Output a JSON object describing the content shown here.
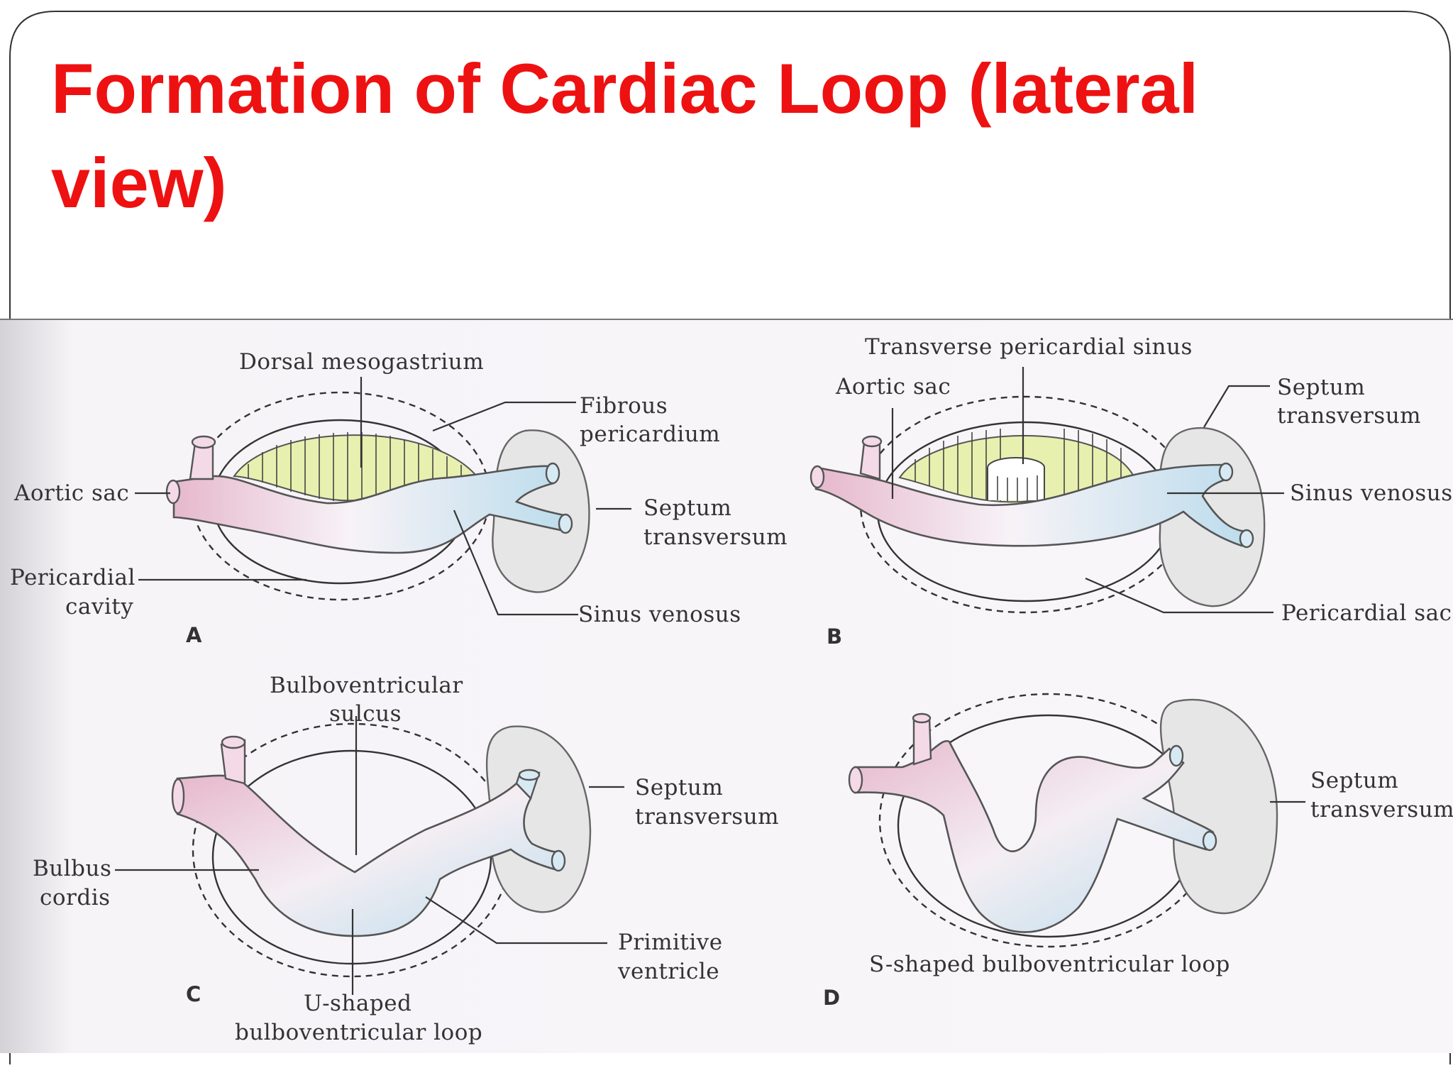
{
  "slide": {
    "title": "Formation of Cardiac Loop (lateral view)"
  },
  "colors": {
    "title": "#ee1111",
    "tube_pink": "#e6b8cc",
    "tube_blue": "#bcdcec",
    "mesogastrium_yellow": "#e8f0b0",
    "septum_gray": "#e6e6e6"
  },
  "figure": {
    "panel_a": {
      "letter": "A",
      "labels": {
        "dorsal_mesogastrium": "Dorsal mesogastrium",
        "fibrous_pericardium_1": "Fibrous",
        "fibrous_pericardium_2": "pericardium",
        "aortic_sac": "Aortic sac",
        "septum_transversum_1": "Septum",
        "septum_transversum_2": "transversum",
        "pericardial_cavity_1": "Pericardial",
        "pericardial_cavity_2": "cavity",
        "sinus_venosus": "Sinus venosus"
      }
    },
    "panel_b": {
      "letter": "B",
      "labels": {
        "transverse_pericardial_sinus": "Transverse pericardial sinus",
        "aortic_sac": "Aortic sac",
        "septum_transversum_1": "Septum",
        "septum_transversum_2": "transversum",
        "sinus_venosus": "Sinus venosus",
        "pericardial_sac": "Pericardial sac"
      }
    },
    "panel_c": {
      "letter": "C",
      "labels": {
        "bulboventricular_sulcus_1": "Bulboventricular",
        "bulboventricular_sulcus_2": "sulcus",
        "septum_transversum_1": "Septum",
        "septum_transversum_2": "transversum",
        "bulbus_cordis_1": "Bulbus",
        "bulbus_cordis_2": "cordis",
        "primitive_ventricle_1": "Primitive",
        "primitive_ventricle_2": "ventricle",
        "u_loop_1": "U-shaped",
        "u_loop_2": "bulboventricular loop"
      }
    },
    "panel_d": {
      "letter": "D",
      "labels": {
        "septum_transversum_1": "Septum",
        "septum_transversum_2": "transversum",
        "s_loop": "S-shaped bulboventricular loop"
      }
    }
  }
}
